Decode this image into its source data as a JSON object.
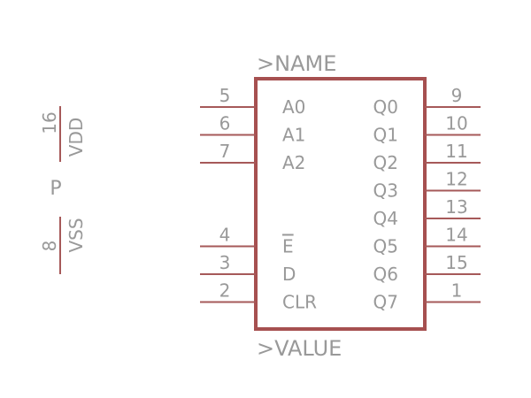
{
  "component": {
    "name_label": ">NAME",
    "value_label": ">VALUE"
  },
  "power_symbol": {
    "part_label": "P",
    "vdd": {
      "pin": "16",
      "name": "VDD"
    },
    "vss": {
      "pin": "8",
      "name": "VSS"
    }
  },
  "left_pins": [
    {
      "number": "5",
      "name": "A0"
    },
    {
      "number": "6",
      "name": "A1"
    },
    {
      "number": "7",
      "name": "A2"
    },
    {
      "number": "4",
      "name": "E",
      "overline": true
    },
    {
      "number": "3",
      "name": "D"
    },
    {
      "number": "2",
      "name": "CLR"
    }
  ],
  "right_pins": [
    {
      "number": "9",
      "name": "Q0"
    },
    {
      "number": "10",
      "name": "Q1"
    },
    {
      "number": "11",
      "name": "Q2"
    },
    {
      "number": "12",
      "name": "Q3"
    },
    {
      "number": "13",
      "name": "Q4"
    },
    {
      "number": "14",
      "name": "Q5"
    },
    {
      "number": "15",
      "name": "Q6"
    },
    {
      "number": "1",
      "name": "Q7"
    }
  ],
  "colors": {
    "outline": "#a65050",
    "pin_line": "#a65959",
    "text": "#999999"
  }
}
